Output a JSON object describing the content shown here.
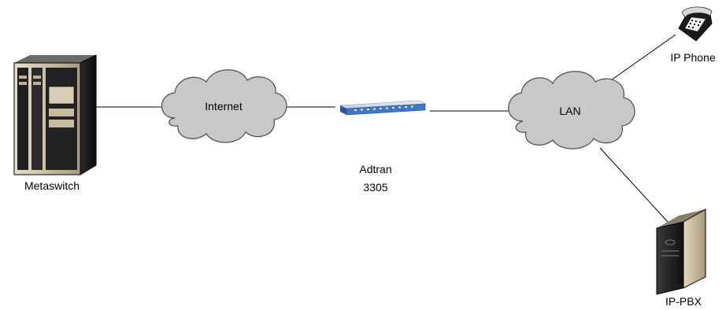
{
  "nodes": {
    "metaswitch": {
      "label": "Metaswitch",
      "icon": "server-rack-icon"
    },
    "internet": {
      "label": "Internet",
      "icon": "cloud-icon"
    },
    "adtran": {
      "label_line1": "Adtran",
      "label_line2": "3305",
      "icon": "router-icon"
    },
    "lan": {
      "label": "LAN",
      "icon": "cloud-icon"
    },
    "ip_phone": {
      "label": "IP Phone",
      "icon": "phone-icon"
    },
    "ip_pbx": {
      "label": "IP-PBX",
      "icon": "tower-server-icon"
    }
  },
  "edges": [
    {
      "from": "Metaswitch",
      "to": "Internet"
    },
    {
      "from": "Internet",
      "to": "Adtran 3305"
    },
    {
      "from": "Adtran 3305",
      "to": "LAN"
    },
    {
      "from": "LAN",
      "to": "IP Phone"
    },
    {
      "from": "LAN",
      "to": "IP-PBX"
    }
  ],
  "colors": {
    "cloud_fill": "#c8c8c8",
    "cloud_stroke": "#4d4d4d",
    "line": "#000000",
    "server_dark": "#1e1e1e",
    "server_face": "#d9ccb4",
    "router_blue": "#3f77c4"
  }
}
